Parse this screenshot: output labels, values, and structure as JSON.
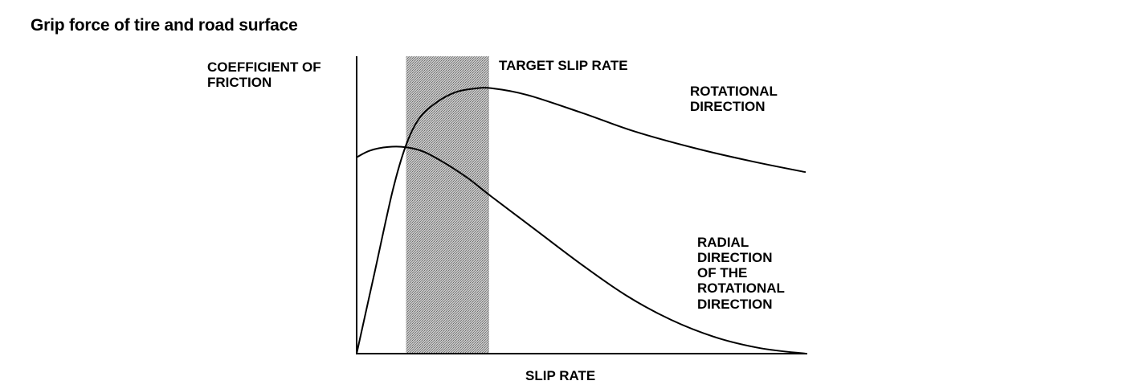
{
  "title": "Grip force of tire and road surface",
  "chart_data": {
    "type": "line",
    "ylabel_lines": [
      "COEFFICIENT OF",
      "FRICTION"
    ],
    "xlabel": "SLIP RATE",
    "xlim": [
      0,
      1
    ],
    "ylim": [
      0,
      1
    ],
    "grid": false,
    "shaded_band": {
      "label": "TARGET SLIP RATE",
      "x": [
        0.11,
        0.295
      ]
    },
    "series": [
      {
        "name_lines": [
          "ROTATIONAL",
          "DIRECTION"
        ],
        "x": [
          0,
          0.04,
          0.08,
          0.11,
          0.14,
          0.18,
          0.22,
          0.26,
          0.3,
          0.38,
          0.5,
          0.62,
          0.75,
          0.88,
          1.0
        ],
        "y": [
          0,
          0.3,
          0.6,
          0.77,
          0.87,
          0.93,
          0.965,
          0.978,
          0.98,
          0.955,
          0.89,
          0.82,
          0.76,
          0.71,
          0.67
        ]
      },
      {
        "name_lines": [
          "RADIAL",
          "DIRECTION",
          "OF THE",
          "ROTATIONAL",
          "DIRECTION"
        ],
        "x": [
          0,
          0.03,
          0.07,
          0.11,
          0.15,
          0.2,
          0.25,
          0.3,
          0.4,
          0.5,
          0.6,
          0.7,
          0.8,
          0.9,
          1.0
        ],
        "y": [
          0.725,
          0.75,
          0.763,
          0.762,
          0.745,
          0.7,
          0.645,
          0.58,
          0.455,
          0.33,
          0.215,
          0.125,
          0.06,
          0.02,
          0
        ]
      }
    ]
  }
}
